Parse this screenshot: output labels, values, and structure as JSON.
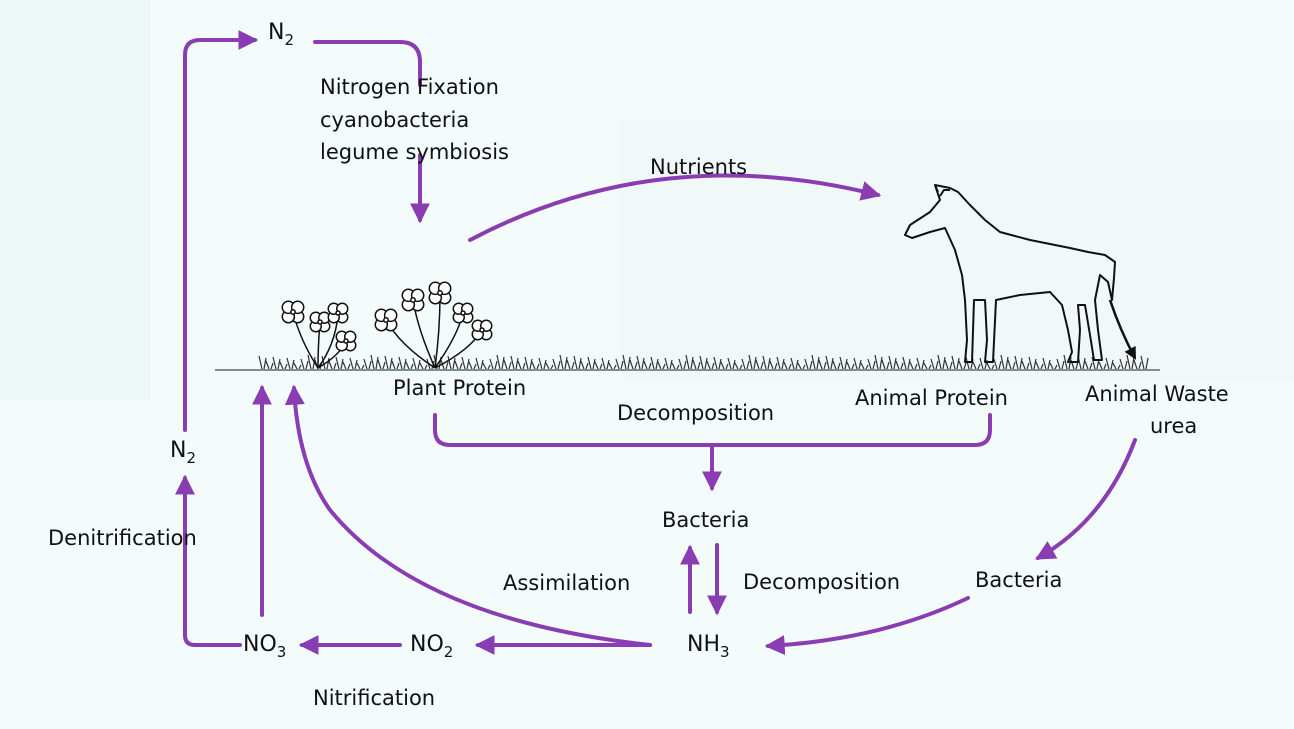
{
  "colors": {
    "arrow": "#8a3db3",
    "ink": "#111111",
    "ground": "#7d8f8f",
    "background": "#f3fbfb"
  },
  "labels": {
    "n2_top": {
      "base": "N",
      "sub": "2"
    },
    "n2_left": {
      "base": "N",
      "sub": "2"
    },
    "fixation_1": "Nitrogen Fixation",
    "fixation_2": "cyanobacteria",
    "fixation_3": "legume symbiosis",
    "nutrients": "Nutrients",
    "plant_protein": "Plant Protein",
    "animal_protein": "Animal Protein",
    "animal_waste": "Animal Waste",
    "urea": "urea",
    "decomposition_top": "Decomposition",
    "bacteria_center": "Bacteria",
    "bacteria_right": "Bacteria",
    "assimilation": "Assimilation",
    "decomposition_mid": "Decomposition",
    "denitrification": "Denitrification",
    "nitrification": "Nitrification",
    "no3": {
      "base": "NO",
      "sub": "3"
    },
    "no2": {
      "base": "NO",
      "sub": "2"
    },
    "nh3": {
      "base": "NH",
      "sub": "3"
    }
  },
  "icons": [
    "flower-cluster-icon",
    "flower-cluster-icon",
    "horse-icon",
    "grass"
  ]
}
